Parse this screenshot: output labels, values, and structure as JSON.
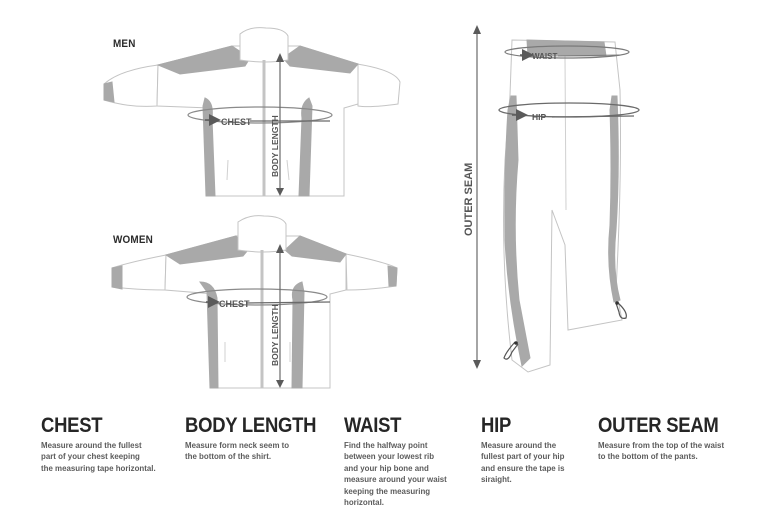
{
  "figures": {
    "men": {
      "label": "MEN",
      "chest_label": "CHEST",
      "body_length_label": "BODY LENGTH"
    },
    "women": {
      "label": "WOMEN",
      "chest_label": "CHEST",
      "body_length_label": "BODY LENGTH"
    },
    "pants": {
      "waist_label": "WAIST",
      "hip_label": "HIP",
      "outer_seam_label": "OUTER SEAM"
    }
  },
  "colors": {
    "accent_gray": "#a9a9a9",
    "outline": "#bdbdbd",
    "arrow": "#5a5a5a"
  },
  "measurements": [
    {
      "title": "CHEST",
      "description": "Measure around the fullest\npart of your chest keeping\nthe measuring tape horizontal."
    },
    {
      "title": "BODY LENGTH",
      "description": "Measure form neck seem to\nthe bottom of the shirt."
    },
    {
      "title": "WAIST",
      "description": "Find the halfway point\nbetween your lowest rib\nand your hip bone and\nmeasure around your waist\nkeeping the measuring\nhorizontal."
    },
    {
      "title": "HIP",
      "description": "Measure around the\nfullest part of your hip\nand ensure the tape is\nsiraight."
    },
    {
      "title": "OUTER SEAM",
      "description": "Measure from the top of the waist\nto the bottom of the pants."
    }
  ]
}
